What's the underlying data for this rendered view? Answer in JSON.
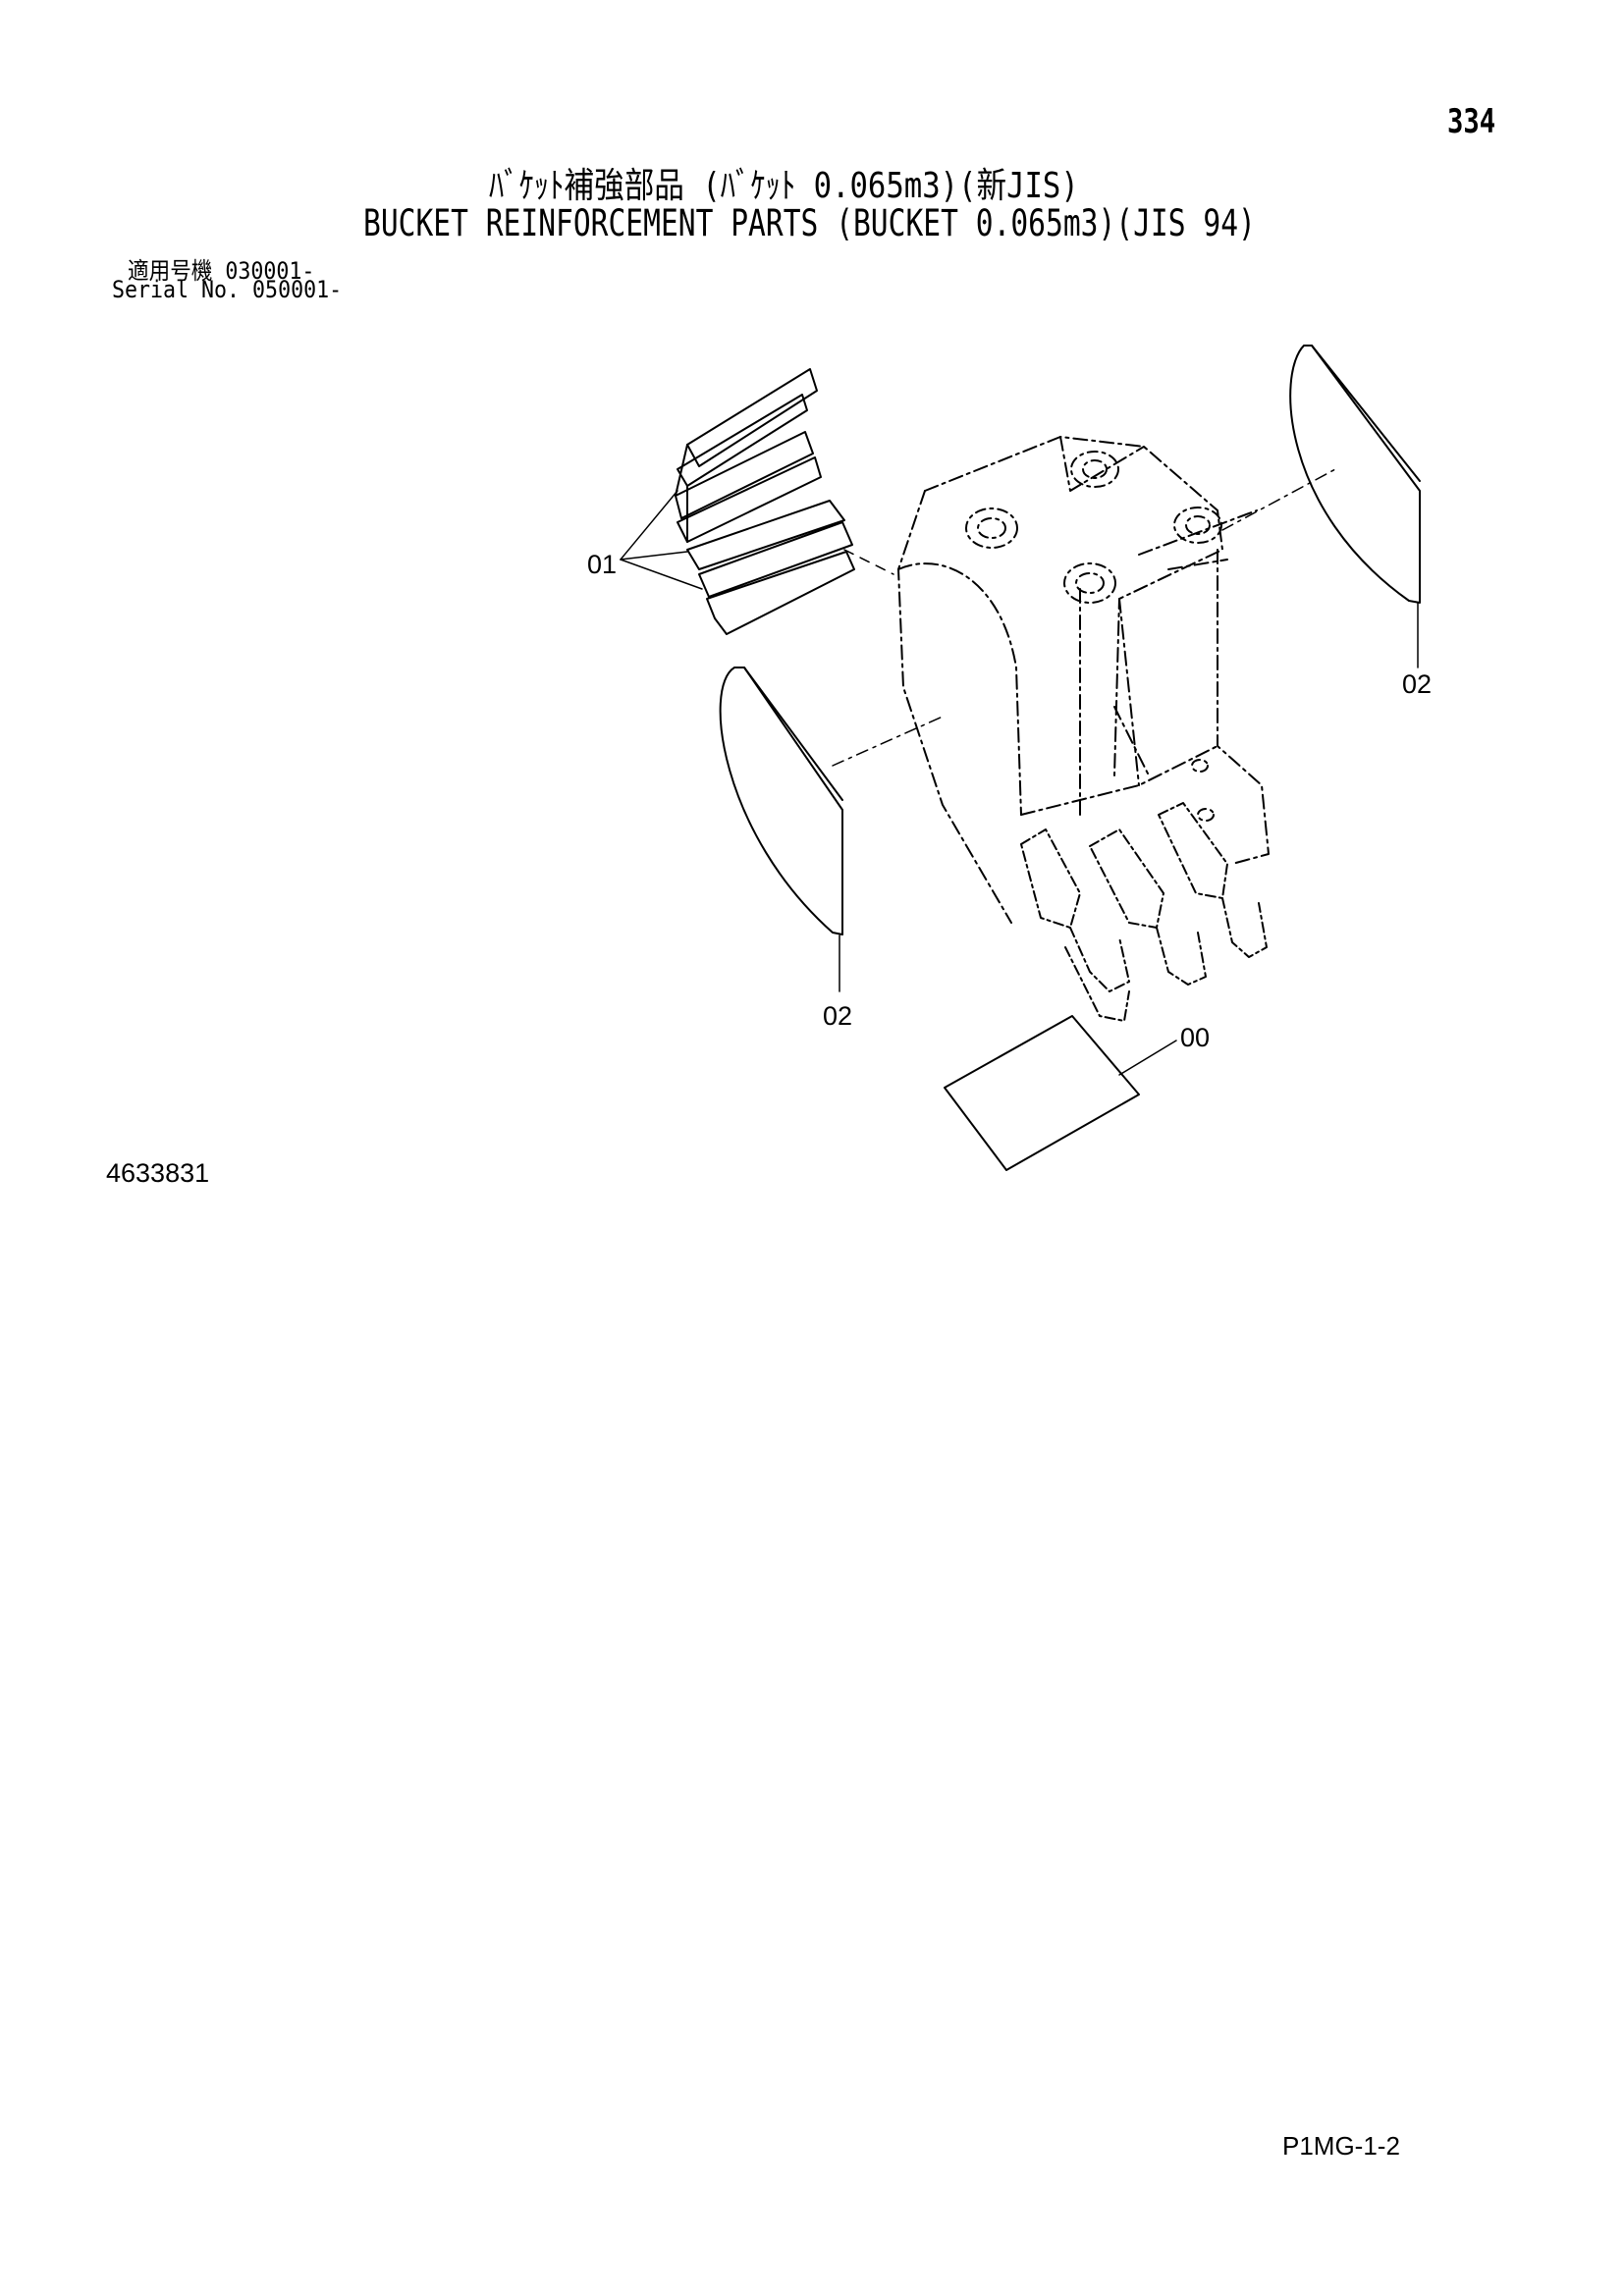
{
  "header": {
    "page_number": "334",
    "title_jp": "ﾊﾞｹｯﾄ補強部品 (ﾊﾞｹｯﾄ 0.065m3)(新JIS)",
    "title_en": "BUCKET REINFORCEMENT PARTS (BUCKET 0.065m3)(JIS 94)"
  },
  "serial": {
    "jp_label": "適用号機",
    "jp_value": "030001-",
    "en_label": "Serial No.",
    "en_value": "050001-"
  },
  "diagram": {
    "callouts": {
      "part_01": "01",
      "part_02_right": "02",
      "part_02_left": "02",
      "part_00": "00"
    }
  },
  "footer": {
    "drawing_number": "4633831",
    "sheet_code": "P1MG-1-2"
  }
}
